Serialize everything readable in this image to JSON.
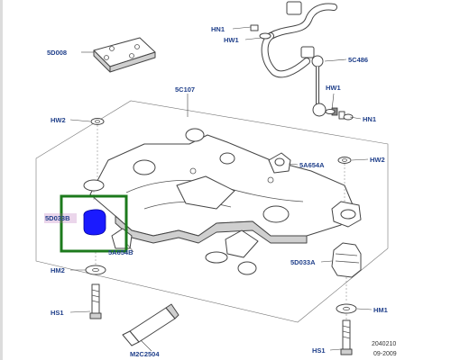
{
  "diagram": {
    "callouts": {
      "hn1_top": "HN1",
      "hw1_top": "HW1",
      "c5c486": "5C486",
      "c5d008": "5D008",
      "c5c107": "5C107",
      "hw1_mid": "HW1",
      "hn1_mid": "HN1",
      "hw2_left": "HW2",
      "c5a654a": "5A654A",
      "hw2_right": "HW2",
      "c5d033b": "5D033B",
      "c5a654b": "5A654B",
      "c5d033a": "5D033A",
      "hm2": "HM2",
      "hs1_left": "HS1",
      "hm1": "HM1",
      "m2c2504": "M2C2504",
      "hs1_bottom": "HS1"
    },
    "reference": {
      "number": "2040210",
      "date": "09-2009"
    },
    "highlight": {
      "border_color": "#1c7a1c",
      "marker_color": "#1a1aff",
      "label_tint": "#b05cb0"
    }
  }
}
